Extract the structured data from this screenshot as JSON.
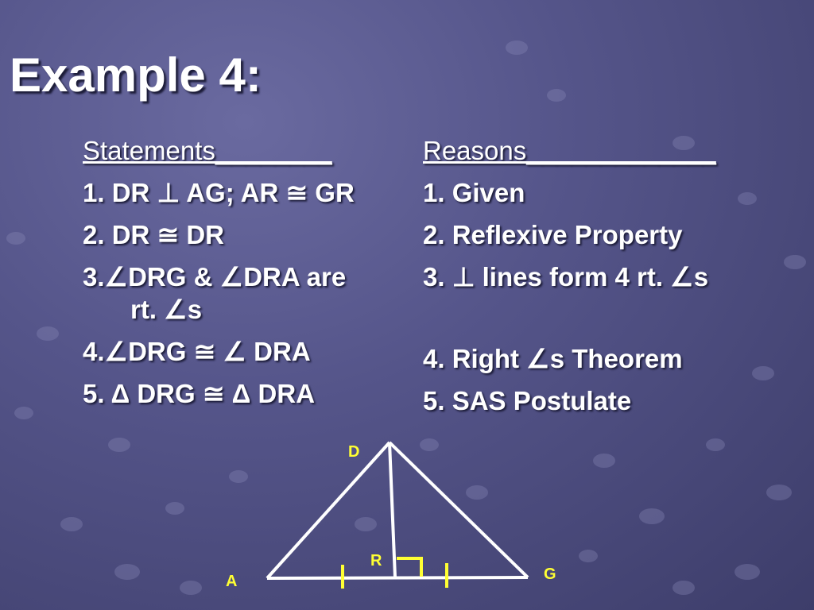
{
  "slide": {
    "title": "Example 4:"
  },
  "statements": {
    "header": "Statements________",
    "items": [
      "1. DR ⊥ AG; AR ≅ GR",
      "2. DR ≅ DR",
      "3.∠DRG & ∠DRA are",
      "rt. ∠s",
      "4.∠DRG ≅ ∠ DRA",
      "5. Δ DRG ≅ Δ DRA"
    ]
  },
  "reasons": {
    "header": "Reasons_____________",
    "items": [
      "1.  Given",
      "2.  Reflexive Property",
      "3.  ⊥ lines form 4 rt. ∠s",
      "4.   Right ∠s Theorem",
      "5.   SAS Postulate"
    ]
  },
  "figure": {
    "vertex_labels": {
      "D": "D",
      "R": "R",
      "A": "A",
      "G": "G"
    },
    "colors": {
      "lines": "#ffffff",
      "marks": "#ffff33",
      "labels": "#ffff33"
    }
  }
}
